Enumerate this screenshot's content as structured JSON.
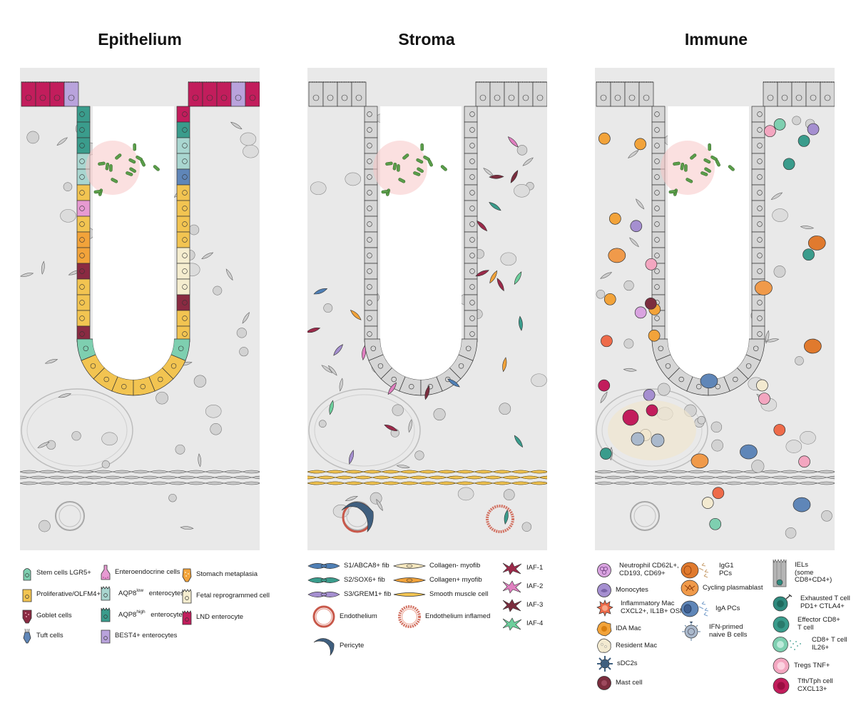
{
  "titles": {
    "epithelium": "Epithelium",
    "stroma": "Stroma",
    "immune": "Immune"
  },
  "colors": {
    "stem": "#7ecfb0",
    "proliferative": "#f2c451",
    "goblet": "#8a2a42",
    "tuft": "#5f86b8",
    "enteroendocrine": "#e79ad2",
    "aqp8_low": "#a9d6d0",
    "aqp8_high": "#3a9c8c",
    "best4": "#b9a3dc",
    "stomach_meta": "#f2a33a",
    "fetal": "#f5edcf",
    "lnd": "#c21d5c",
    "s1": "#4f7fb5",
    "s2": "#3a9c8c",
    "s3": "#a58fd0",
    "collagen_neg": "#f6e8bf",
    "collagen_pos": "#f2a33a",
    "smooth_muscle": "#f2c451",
    "endothelium": "#c8584a",
    "pericyte": "#3f5f7f",
    "iaf1": "#9c2a4a",
    "iaf2": "#e07fc0",
    "iaf3": "#7b2d3e",
    "iaf4": "#6ccf9c",
    "neutrophil": "#d9a3e0",
    "monocyte": "#a58fd0",
    "infl_mac": "#ee6b4a",
    "ida_mac": "#f2a33a",
    "resident_mac": "#f3ead0",
    "sdc2": "#3f5f7f",
    "mast": "#7b2d3e",
    "igg1": "#e07a2e",
    "cycling_pb": "#f09a4a",
    "iga": "#5f86b8",
    "naive_b": "#aab9cc",
    "iel": "#b5b5b5",
    "exhausted_t": "#2f8a7e",
    "effector_cd8": "#3a9c8c",
    "cd8_il26": "#7ecfb0",
    "treg": "#f3a6c0",
    "tfh": "#c21d5c"
  },
  "legend": {
    "epithelium": [
      {
        "label": "Stem cells LGR5+",
        "icon": "stem-cell-icon"
      },
      {
        "label": "Proliferative/OLFM4+",
        "icon": "proliferative-cell-icon"
      },
      {
        "label": "Goblet cells",
        "icon": "goblet-cell-icon"
      },
      {
        "label": "Tuft cells",
        "icon": "tuft-cell-icon"
      },
      {
        "label": "Enteroendocrine cells",
        "icon": "enteroendocrine-cell-icon"
      },
      {
        "label": "AQP8",
        "sup": "low",
        "tail": " enterocytes",
        "icon": "aqp8-low-icon"
      },
      {
        "label": "AQP8",
        "sup": "high",
        "tail": " enterocytes",
        "icon": "aqp8-high-icon"
      },
      {
        "label": "BEST4+ enterocytes",
        "icon": "best4-cell-icon"
      },
      {
        "label": "Stomach metaplasia",
        "icon": "stomach-metaplasia-icon"
      },
      {
        "label": "Fetal reprogrammed cell",
        "icon": "fetal-cell-icon"
      },
      {
        "label": "LND enterocyte",
        "icon": "lnd-cell-icon"
      }
    ],
    "stroma": [
      {
        "label": "S1/ABCA8+ fib",
        "icon": "s1-fib-icon"
      },
      {
        "label": "S2/SOX6+ fib",
        "icon": "s2-fib-icon"
      },
      {
        "label": "S3/GREM1+ fib",
        "icon": "s3-fib-icon"
      },
      {
        "label": "Endothelium",
        "icon": "endothelium-icon"
      },
      {
        "label": "Pericyte",
        "icon": "pericyte-icon"
      },
      {
        "label": "Collagen- myofib",
        "icon": "collagen-neg-icon"
      },
      {
        "label": "Collagen+ myofib",
        "icon": "collagen-pos-icon"
      },
      {
        "label": "Smooth muscle cell",
        "icon": "smooth-muscle-icon"
      },
      {
        "label": "Endothelium inflamed",
        "icon": "endothelium-inflamed-icon"
      },
      {
        "label": "IAF-1",
        "icon": "iaf1-icon"
      },
      {
        "label": "IAF-2",
        "icon": "iaf2-icon"
      },
      {
        "label": "IAF-3",
        "icon": "iaf3-icon"
      },
      {
        "label": "IAF-4",
        "icon": "iaf4-icon"
      }
    ],
    "immune": [
      {
        "line1": "Neutrophil CD62L+,",
        "line2": "CD193, CD69+",
        "icon": "neutrophil-icon"
      },
      {
        "line1": "Monocytes",
        "icon": "monocyte-icon"
      },
      {
        "line1": "Inflammatory Mac",
        "line2": "CXCL2+, IL1B+ OSM+",
        "icon": "inflammatory-mac-icon"
      },
      {
        "line1": "IDA Mac",
        "icon": "ida-mac-icon"
      },
      {
        "line1": "Resident Mac",
        "icon": "resident-mac-icon"
      },
      {
        "line1": "sDC2s",
        "icon": "sdc2-icon"
      },
      {
        "line1": "Mast cell",
        "icon": "mast-cell-icon"
      },
      {
        "line1": "IgG1",
        "line2": "PCs",
        "icon": "igg1-pc-icon"
      },
      {
        "line1": "Cycling plasmablast",
        "icon": "cycling-plasmablast-icon"
      },
      {
        "line1": "IgA PCs",
        "icon": "iga-pc-icon"
      },
      {
        "line1": "IFN-primed",
        "line2": "naive B cells",
        "icon": "naive-b-icon"
      },
      {
        "line1": "IELs",
        "line2": "(some",
        "line3": "CD8+CD4+)",
        "icon": "iel-icon"
      },
      {
        "line1": "Exhausted T cell",
        "line2": "PD1+ CTLA4+",
        "icon": "exhausted-t-icon"
      },
      {
        "line1": "Effector CD8+",
        "line2": "T cell",
        "icon": "effector-cd8-icon"
      },
      {
        "line1": "CD8+ T cell",
        "line2": "IL26+",
        "icon": "cd8-il26-icon"
      },
      {
        "line1": "Tregs TNF+",
        "icon": "treg-icon"
      },
      {
        "line1": "Tfh/Tph cell",
        "line2": "CXCL13+",
        "icon": "tfh-icon"
      }
    ]
  }
}
